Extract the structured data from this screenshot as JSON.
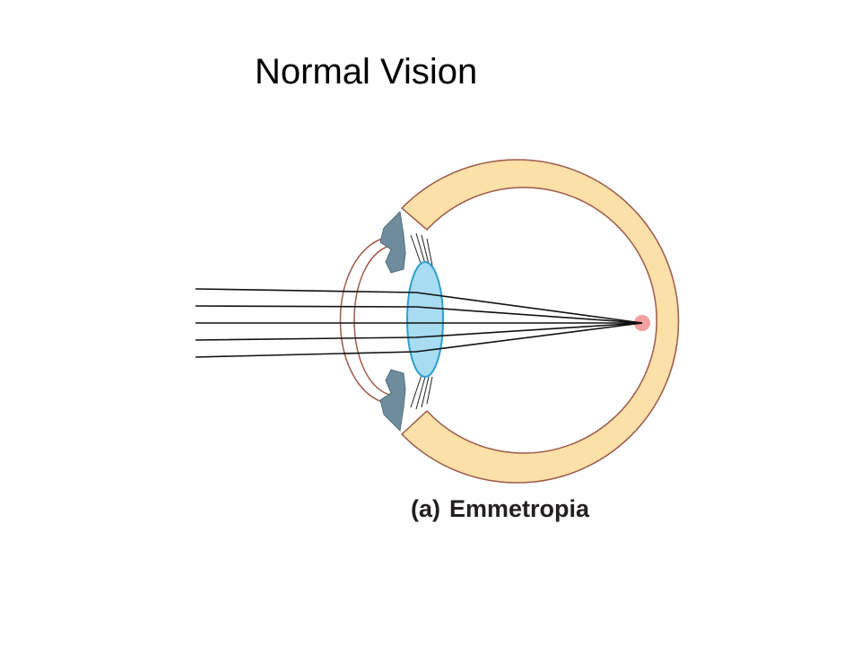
{
  "title": "Normal Vision",
  "caption": {
    "label": "(a)",
    "text": "Emmetropia"
  },
  "colors": {
    "sclera_fill": "#fbe0a8",
    "outline": "#9c5a4a",
    "iris_ciliary": "#6e8c9c",
    "lens_fill": "#a8dcf2",
    "lens_stroke": "#2c9fd0",
    "focal_point": "#f4a0a0",
    "light_rays": "#111111"
  }
}
